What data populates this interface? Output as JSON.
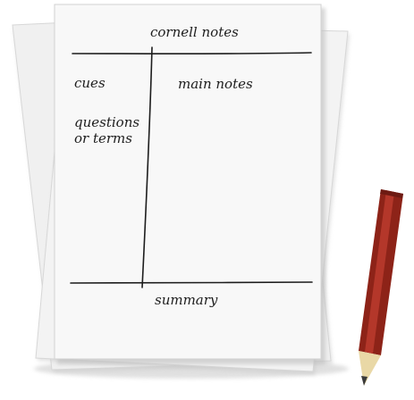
{
  "page": {
    "title": "cornell notes",
    "cues_label": "cues",
    "main_notes_label": "main notes",
    "questions_label_line1": "questions",
    "questions_label_line2": "or terms",
    "summary_label": "summary"
  },
  "colors": {
    "paper": "#f7f7f7",
    "paper_back": "#efefef",
    "ink": "#1d1d1d",
    "pencil_body": "#8d2318",
    "pencil_highlight": "#b83a2c",
    "pencil_wood": "#e9d8a6",
    "pencil_lead": "#3a3a3a"
  }
}
